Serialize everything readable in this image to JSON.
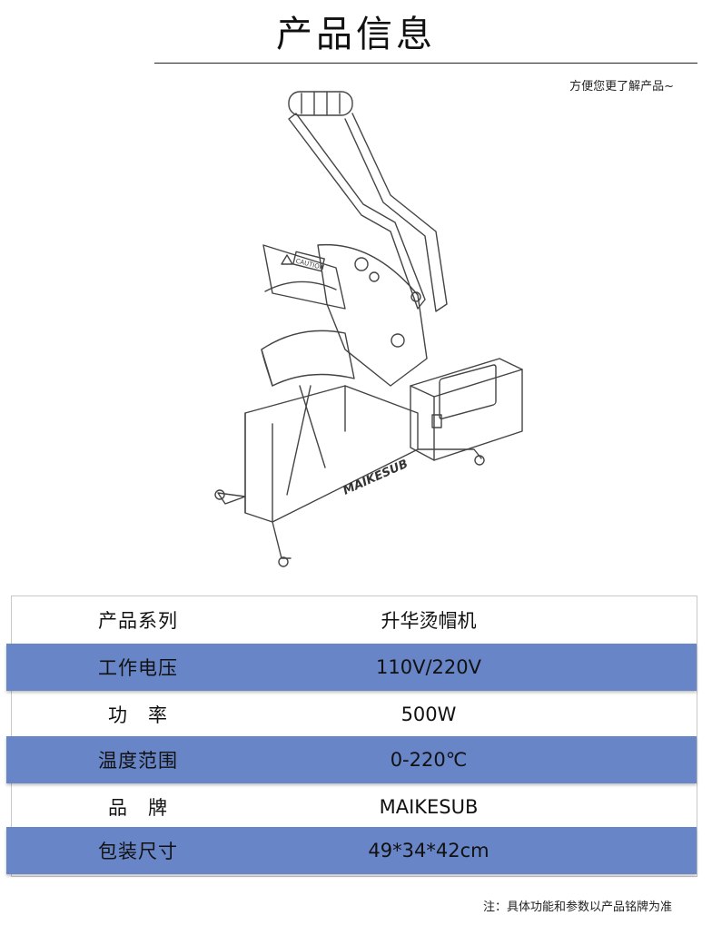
{
  "header": {
    "title": "产品信息",
    "subtitle": "方便您更了解产品~"
  },
  "product_image": {
    "brand_label": "MAIKESUB",
    "caution_label": "CAUTION"
  },
  "specs": [
    {
      "label": "产品系列",
      "value": "升华烫帽机"
    },
    {
      "label": "工作电压",
      "value": "110V/220V"
    },
    {
      "label": "功　率",
      "value": "500W"
    },
    {
      "label": "温度范围",
      "value": "0-220℃"
    },
    {
      "label": "品　牌",
      "value": "MAIKESUB"
    },
    {
      "label": "包装尺寸",
      "value": "49*34*42cm"
    }
  ],
  "footer": {
    "note": "注：具体功能和参数以产品铭牌为准"
  },
  "colors": {
    "band": "#6785c7",
    "border": "#c8c8c8"
  }
}
